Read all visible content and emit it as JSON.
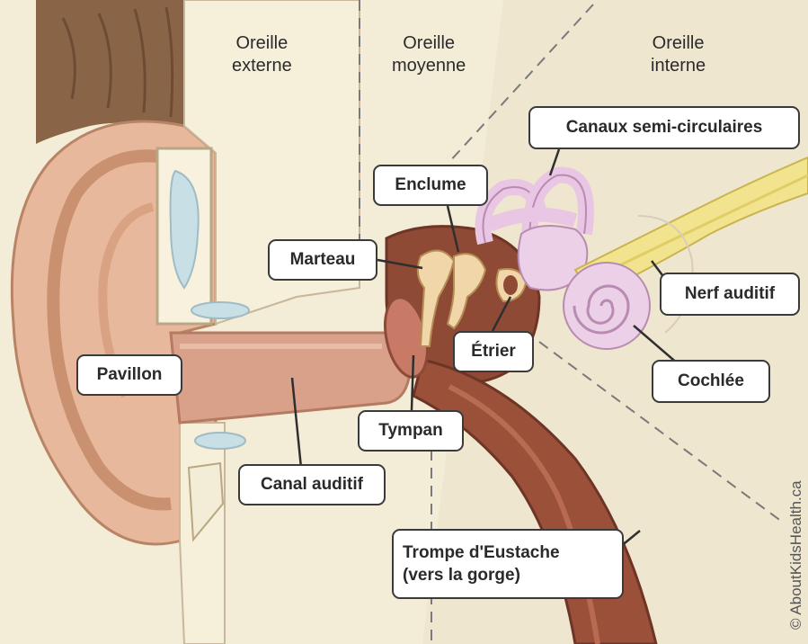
{
  "regions": {
    "outer": [
      "Oreille",
      "externe"
    ],
    "middle": [
      "Oreille",
      "moyenne"
    ],
    "inner": [
      "Oreille",
      "interne"
    ]
  },
  "labels": {
    "pinna": "Pavillon",
    "ear_canal": "Canal auditif",
    "malleus": "Marteau",
    "incus": "Enclume",
    "eardrum": "Tympan",
    "stapes": "Étrier",
    "semicircular_canals": "Canaux semi-circulaires",
    "auditory_nerve": "Nerf auditif",
    "cochlea": "Cochlée",
    "eustachian_tube": [
      "Trompe d'Eustache",
      "(vers la gorge)"
    ]
  },
  "credit": "© AboutKidsHealth.ca"
}
